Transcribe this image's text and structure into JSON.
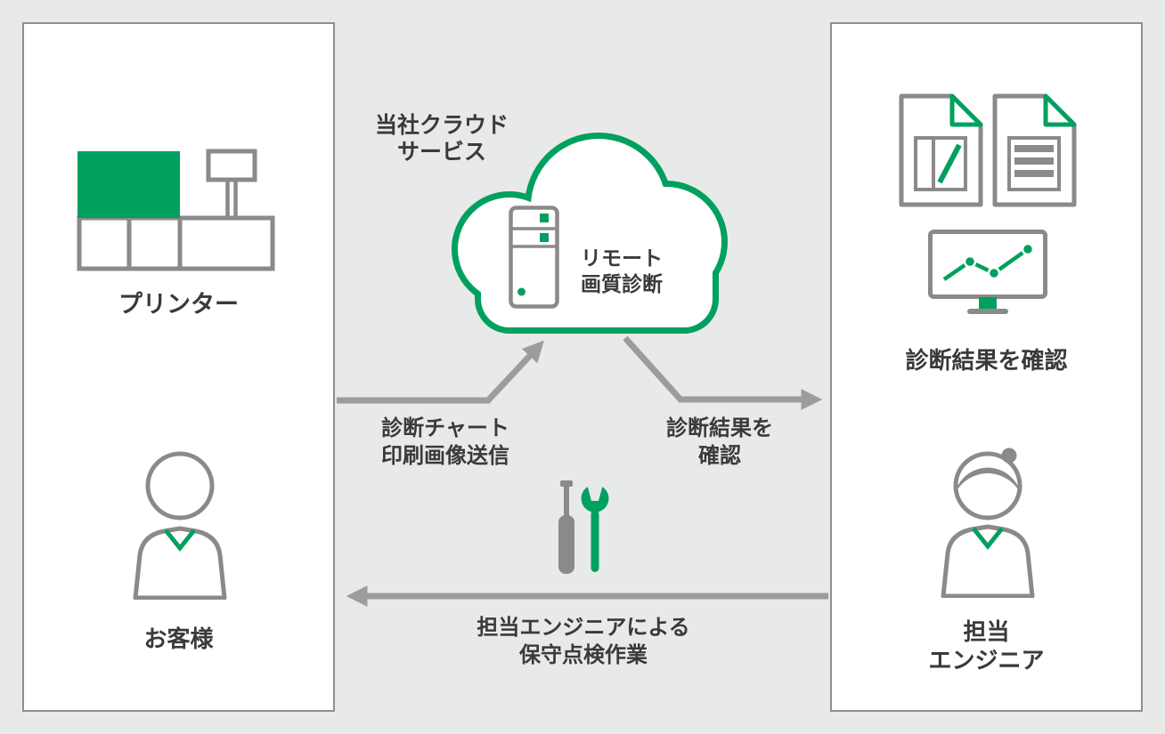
{
  "colors": {
    "green": "#00A05E",
    "gray": "#8A8A8A",
    "arrow": "#9C9C9C",
    "text": "#3A3A3A",
    "bg": "#E8E9E9",
    "panel-bg": "#FFFFFF",
    "panel-border": "#8F8F8F"
  },
  "left_panel": {
    "printer_label": "プリンター",
    "customer_label": "お客様"
  },
  "cloud": {
    "provider_label": "当社クラウド\nサービス",
    "service_name": "リモート\n画質診断"
  },
  "flows": {
    "to_cloud_label": "診断チャート\n印刷画像送信",
    "to_engineer_label": "診断結果を\n確認",
    "maintenance_label": "担当エンジニアによる\n保守点検作業"
  },
  "right_panel": {
    "results_label": "診断結果を確認",
    "engineer_label": "担当\nエンジニア"
  }
}
